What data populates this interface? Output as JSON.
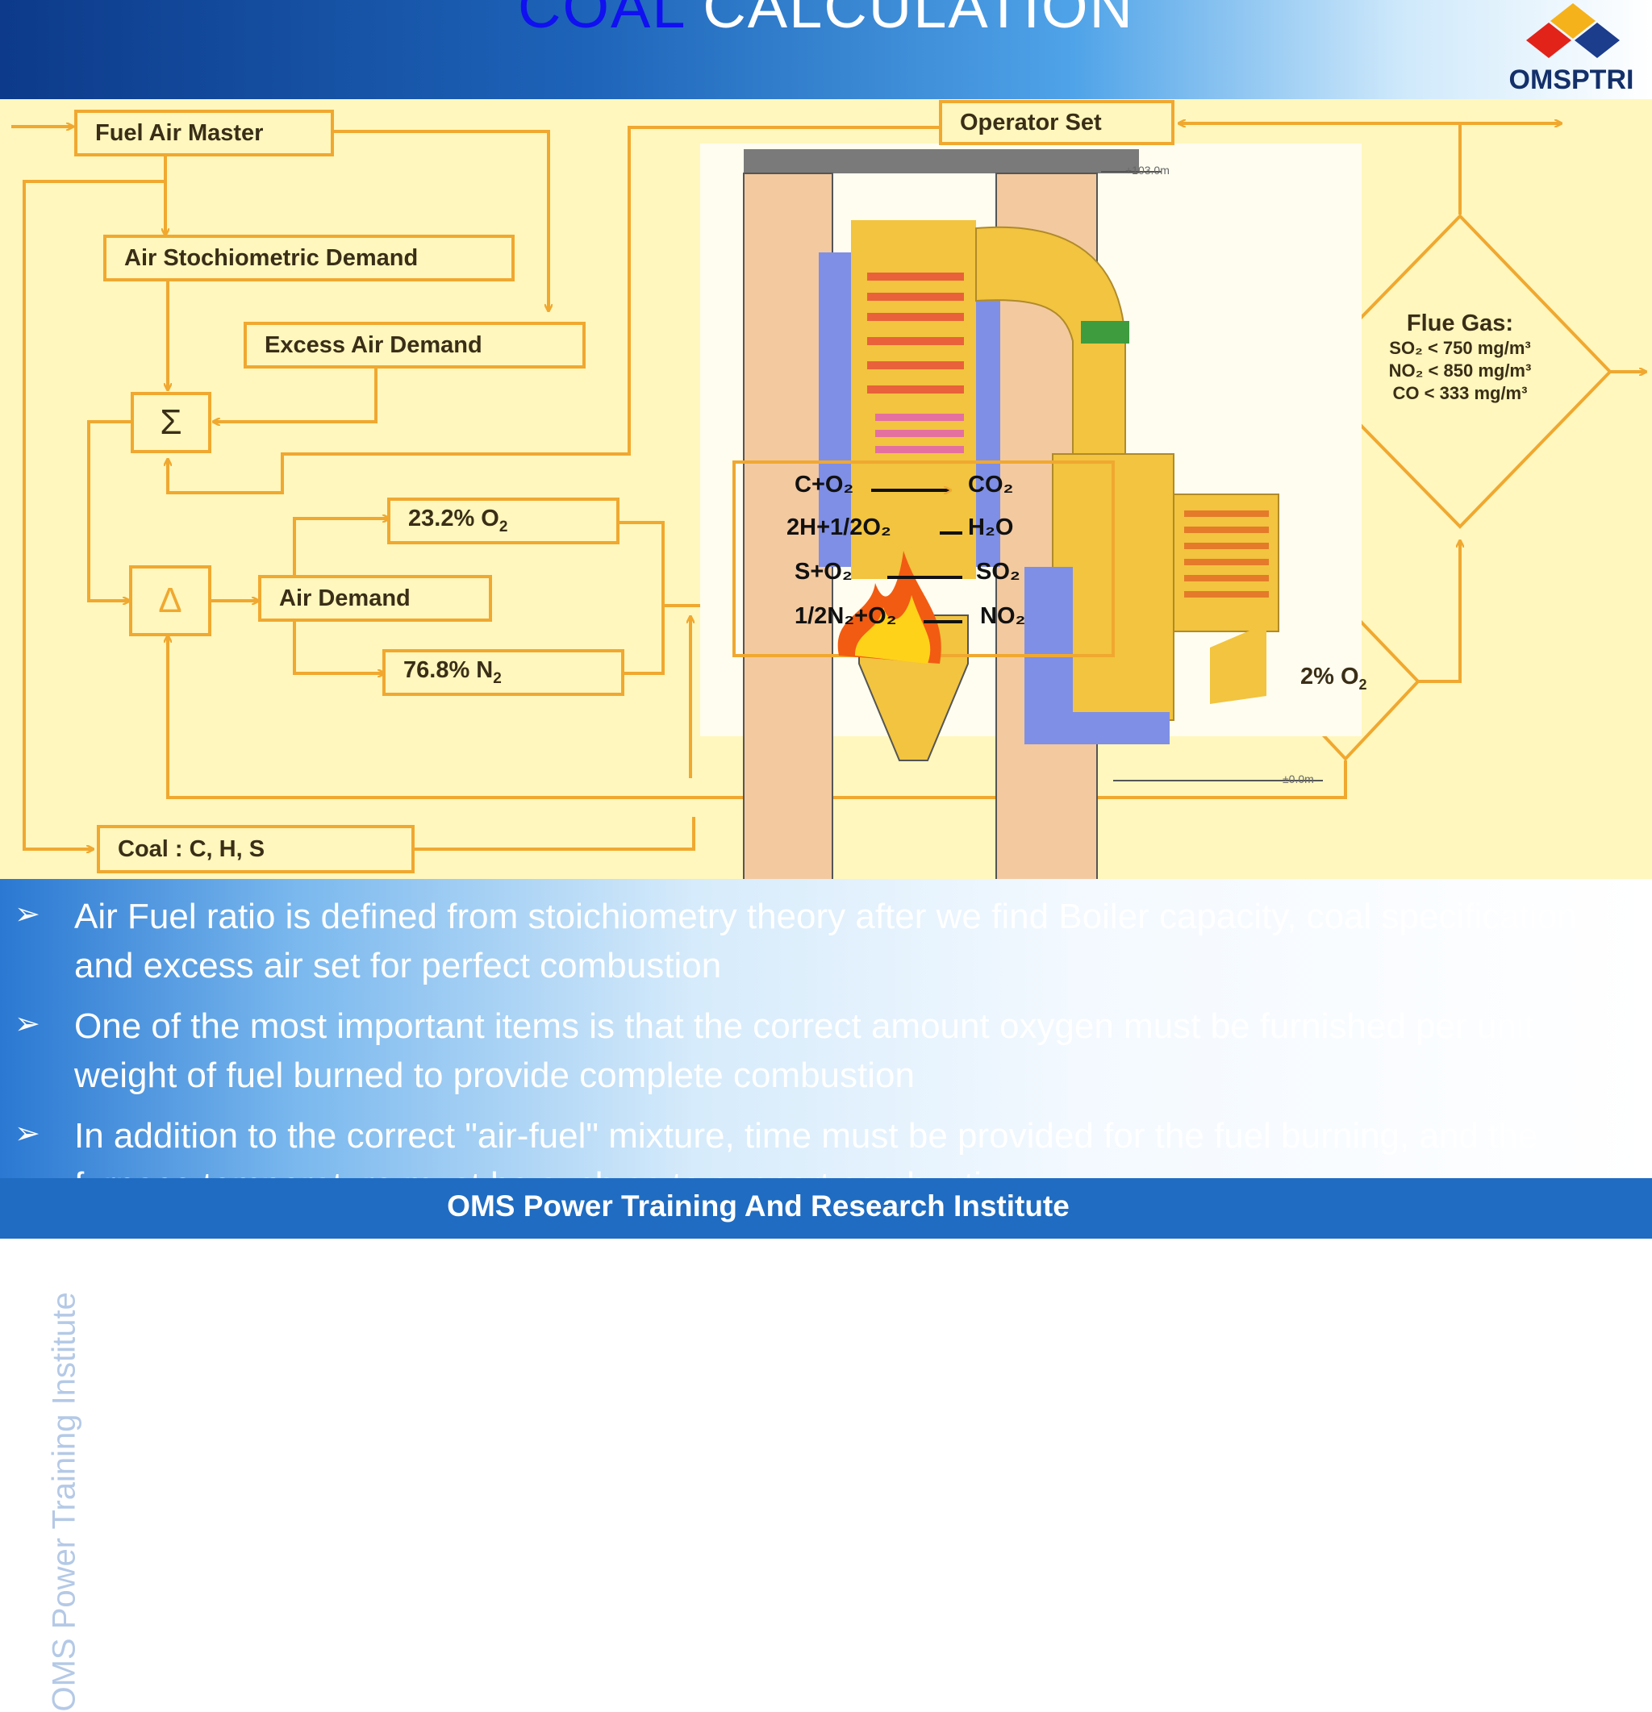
{
  "header": {
    "title_highlight": "COAL",
    "title_rest": "CALCULATION",
    "logo_text": "OMSPTRI"
  },
  "diagram": {
    "boxes": {
      "fuel_air_master": "Fuel Air Master",
      "air_stoich": "Air Stochiometric Demand",
      "excess_air": "Excess Air Demand",
      "sum_symbol": "Σ",
      "delta_symbol": "Δ",
      "o2_232": "23.2% O",
      "o2_232_sub": "2",
      "air_demand": "Air Demand",
      "n2_768": "76.8% N",
      "n2_768_sub": "2",
      "coal": "Coal : C, H, S",
      "operator_set": "Operator Set"
    },
    "flue_gas": {
      "title": "Flue Gas:",
      "lines": [
        "SO₂ < 750 mg/m³",
        "NO₂ < 850 mg/m³",
        "CO < 333 mg/m³"
      ]
    },
    "o2_2pct": "2% O",
    "o2_2pct_sub": "2",
    "reactions": {
      "r1_left": "C+O₂",
      "r1_right": "CO₂",
      "r2_left": "2H+1/2O₂",
      "r2_right": "H₂O",
      "r3_left": "S+O₂",
      "r3_right": "SO₂",
      "r4_left": "1/2N₂+O₂",
      "r4_right": "NO₂"
    },
    "elevation_top": "+103.0m",
    "elevation_bottom": "±0.0m"
  },
  "bullets": [
    "Air Fuel ratio is defined from stoichiometry theory after we find Boiler capacity, coal specification and excess air set for perfect combustion",
    "One of the most important items is that the correct amount oxygen must be furnished per unit weight of fuel burned to provide complete combustion",
    " In addition to the correct \"air-fuel\" mixture, time must be provided for the fuel burning, and the furnace temperature must be such as to support combustion."
  ],
  "watermark": "OMS Power Training Institute",
  "footer": {
    "text": "OMS Power Training And Research Institute"
  },
  "colors": {
    "diagram_bg": "#fff7bd",
    "box_border": "#f0a830",
    "header_dark": "#0d3a8a",
    "title_highlight": "#1010f0",
    "footer_bg": "#1f6cc2"
  }
}
